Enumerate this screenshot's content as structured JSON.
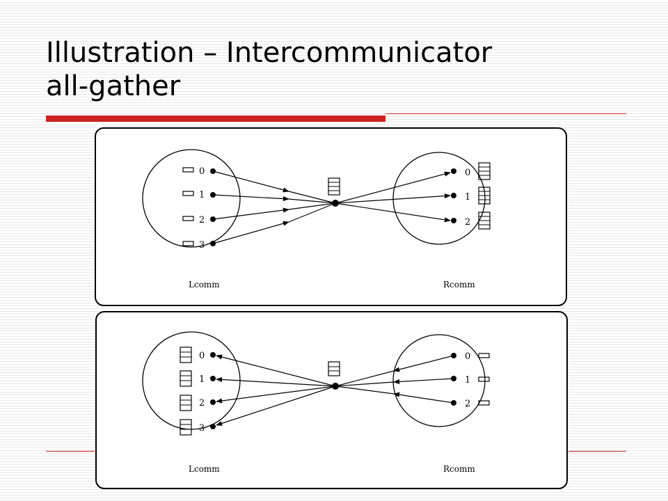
{
  "slide": {
    "title_line1": "Illustration – Intercommunicator",
    "title_line2": "all-gather",
    "accent_color": "#cc2222"
  },
  "diagram": {
    "top_panel": {
      "left_comm_label": "Lcomm",
      "right_comm_label": "Rcomm",
      "left_ranks": [
        "0",
        "1",
        "2",
        "3"
      ],
      "right_ranks": [
        "0",
        "1",
        "2"
      ]
    },
    "bottom_panel": {
      "left_comm_label": "Lcomm",
      "right_comm_label": "Rcomm",
      "left_ranks": [
        "0",
        "1",
        "2",
        "3"
      ],
      "right_ranks": [
        "0",
        "1",
        "2"
      ]
    }
  }
}
